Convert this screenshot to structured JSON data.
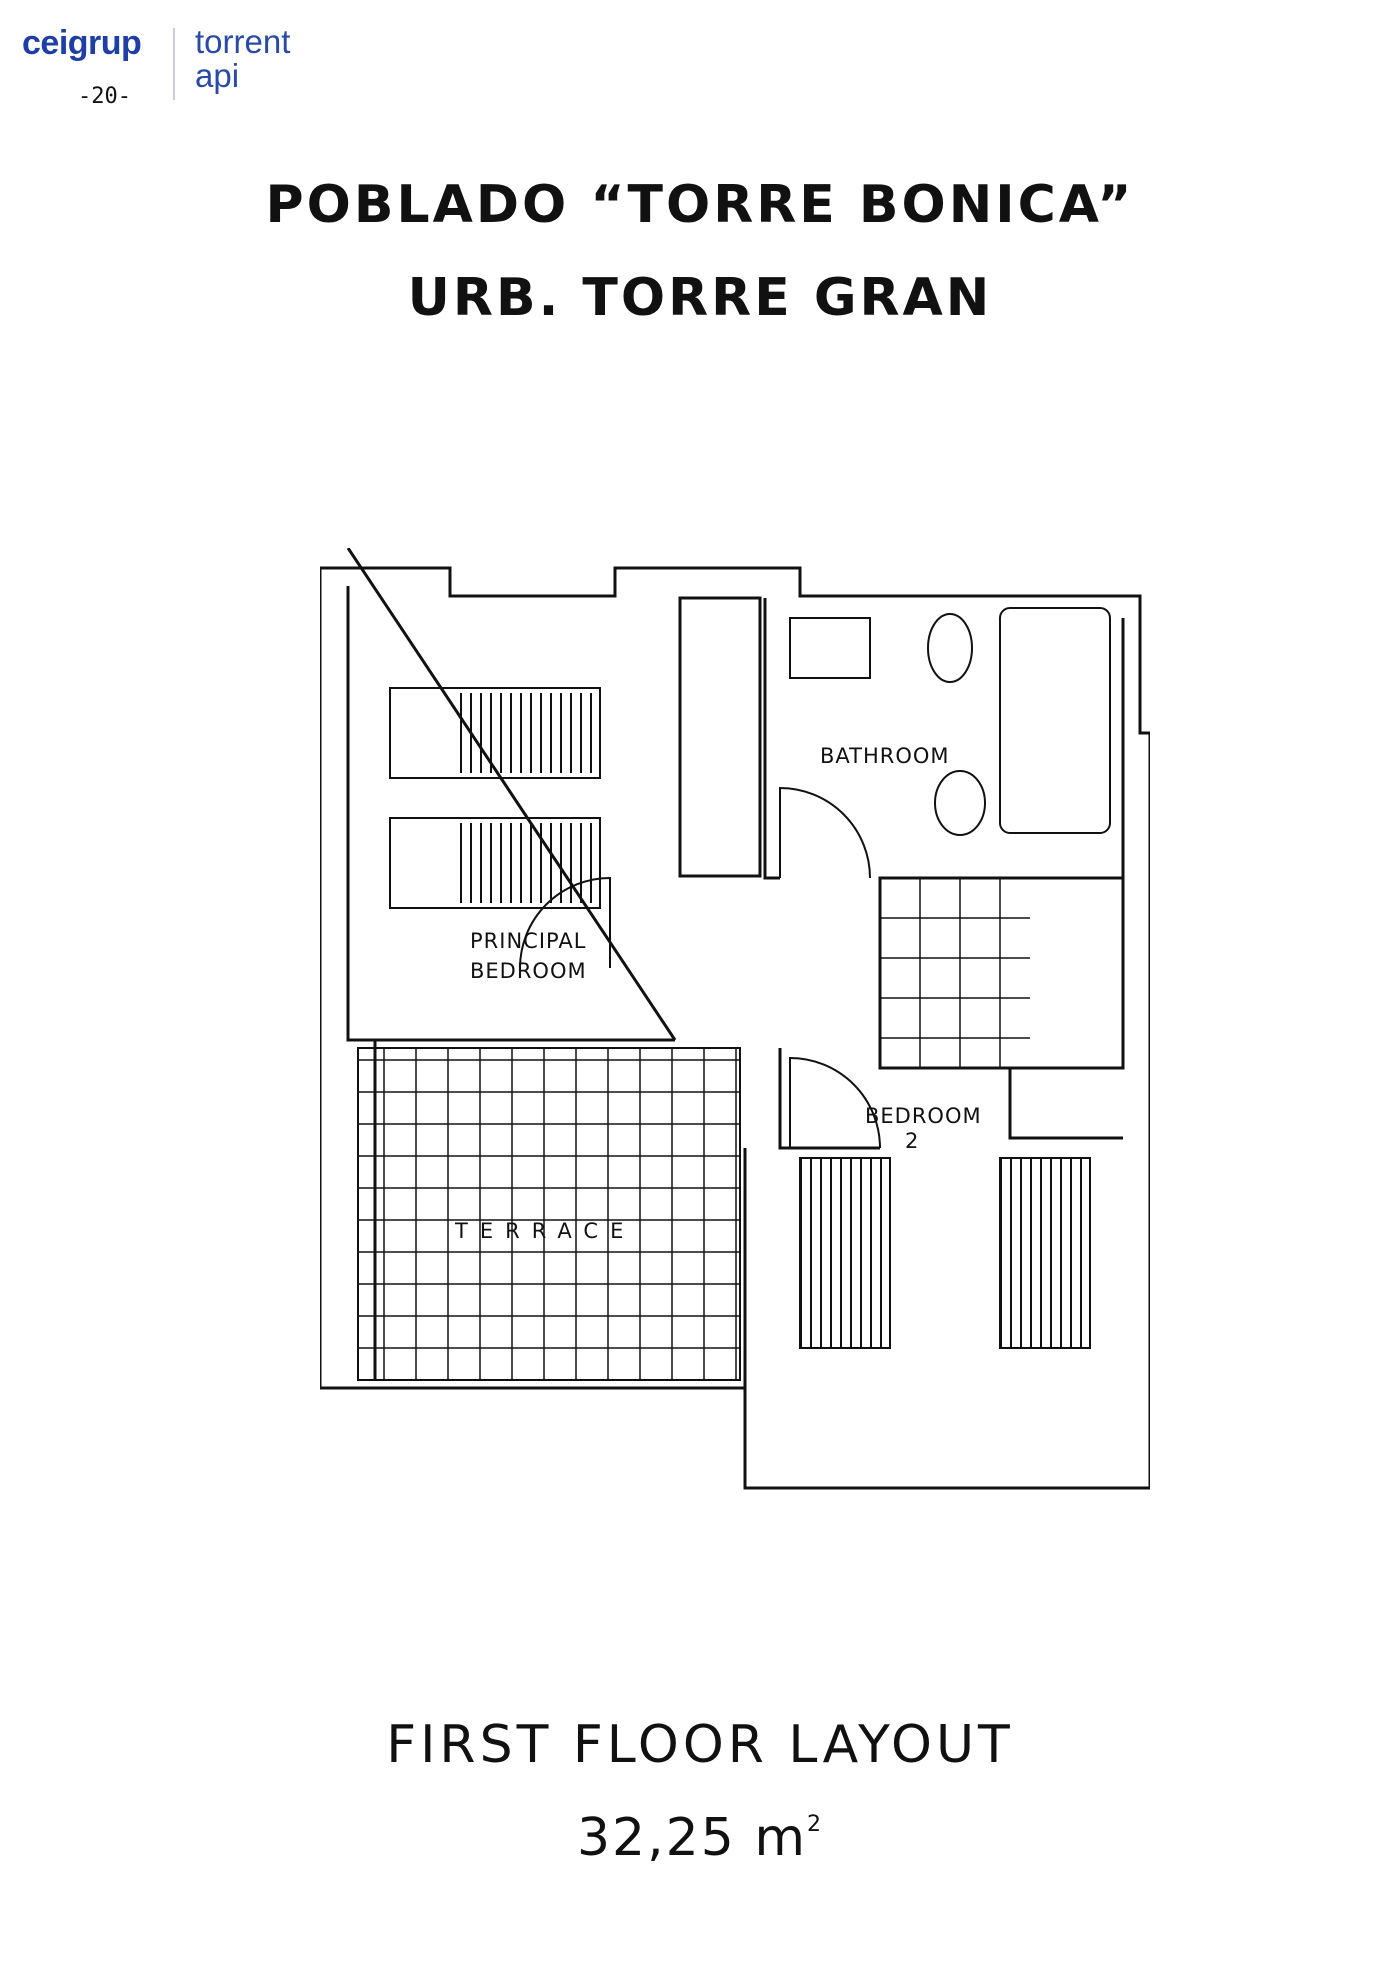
{
  "header": {
    "brand_name": "ceigrup",
    "partner_line1": "torrent",
    "partner_line2": "api",
    "page_number": "-20-"
  },
  "title": {
    "line1": "POBLADO “TORRE BONICA”",
    "line2": "URB. TORRE GRAN"
  },
  "plan": {
    "rooms": {
      "principal_bedroom_line1": "PRINCIPAL",
      "principal_bedroom_line2": "BEDROOM",
      "bathroom": "BATHROOM",
      "bedroom2_line1": "BEDROOM",
      "bedroom2_line2": "2",
      "terrace": "TERRACE"
    }
  },
  "caption": {
    "line1": "FIRST  FLOOR  LAYOUT",
    "area_value": "32,25 m",
    "area_unit_exp": "2"
  }
}
